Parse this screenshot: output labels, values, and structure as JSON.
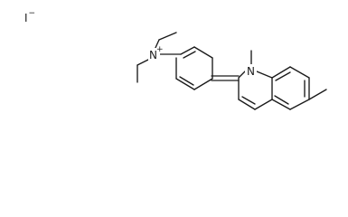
{
  "molecule": {
    "counter_ion": {
      "symbol": "I",
      "charge": "−"
    },
    "cation_nitrogen": {
      "symbol": "N",
      "charge": "+"
    },
    "ring_nitrogen": {
      "symbol": "N"
    },
    "line_color": "#1a1a1a"
  }
}
